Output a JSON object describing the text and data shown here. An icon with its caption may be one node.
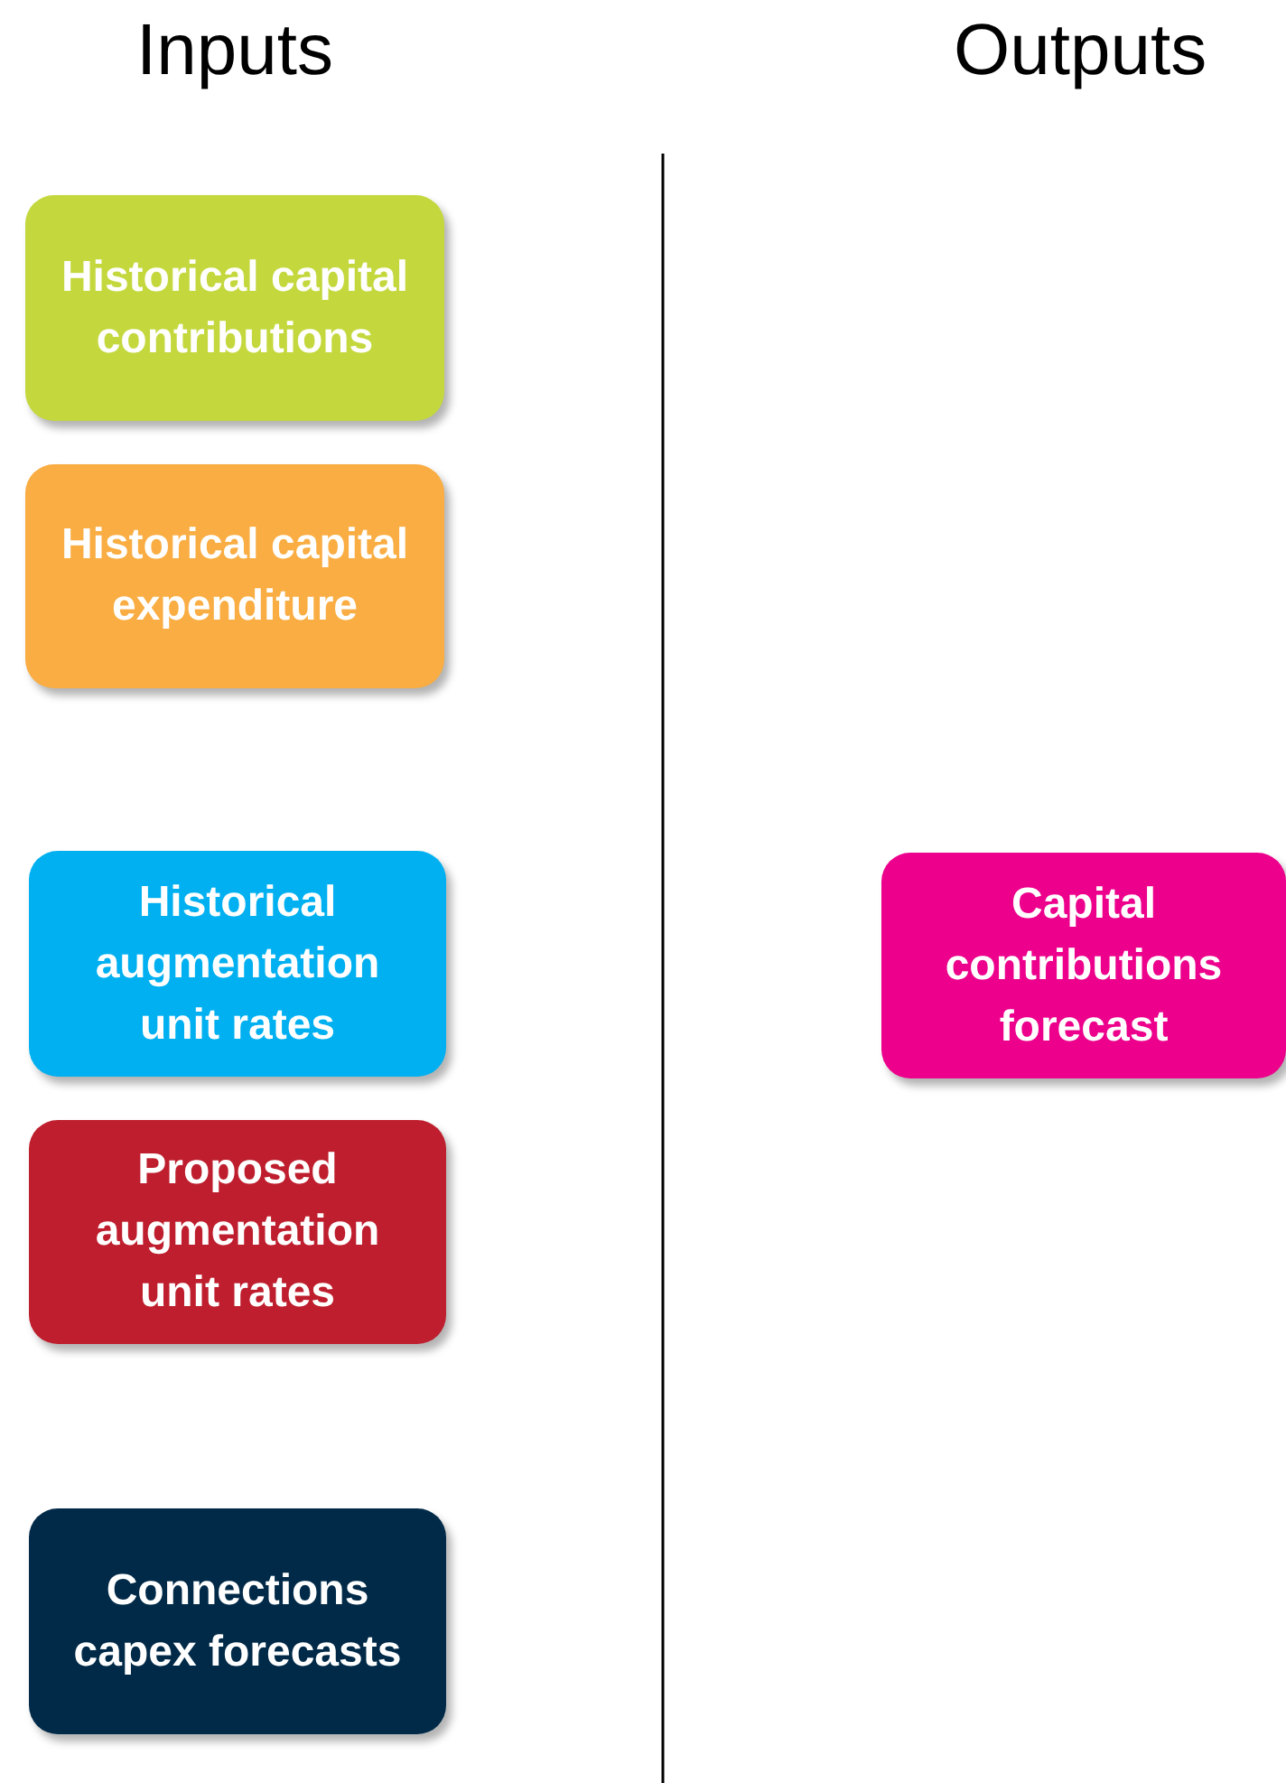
{
  "diagram": {
    "nodes": [
      {
        "text": [
          "Historical capital contributions"
        ]
      },
      {
        "text": [
          "Historical capital expenditure"
        ]
      },
      {
        "text": [
          "Historical augmentation unit rates"
        ]
      },
      {
        "text": [
          "Proposed augmentation unit rates"
        ]
      },
      {
        "text": [
          "Connections capex forecasts"
        ]
      },
      {
        "text": [
          "Capital contributions forecast"
        ]
      }
    ],
    "edges": [],
    "labels": [
      "Inputs",
      "Outputs"
    ]
  }
}
